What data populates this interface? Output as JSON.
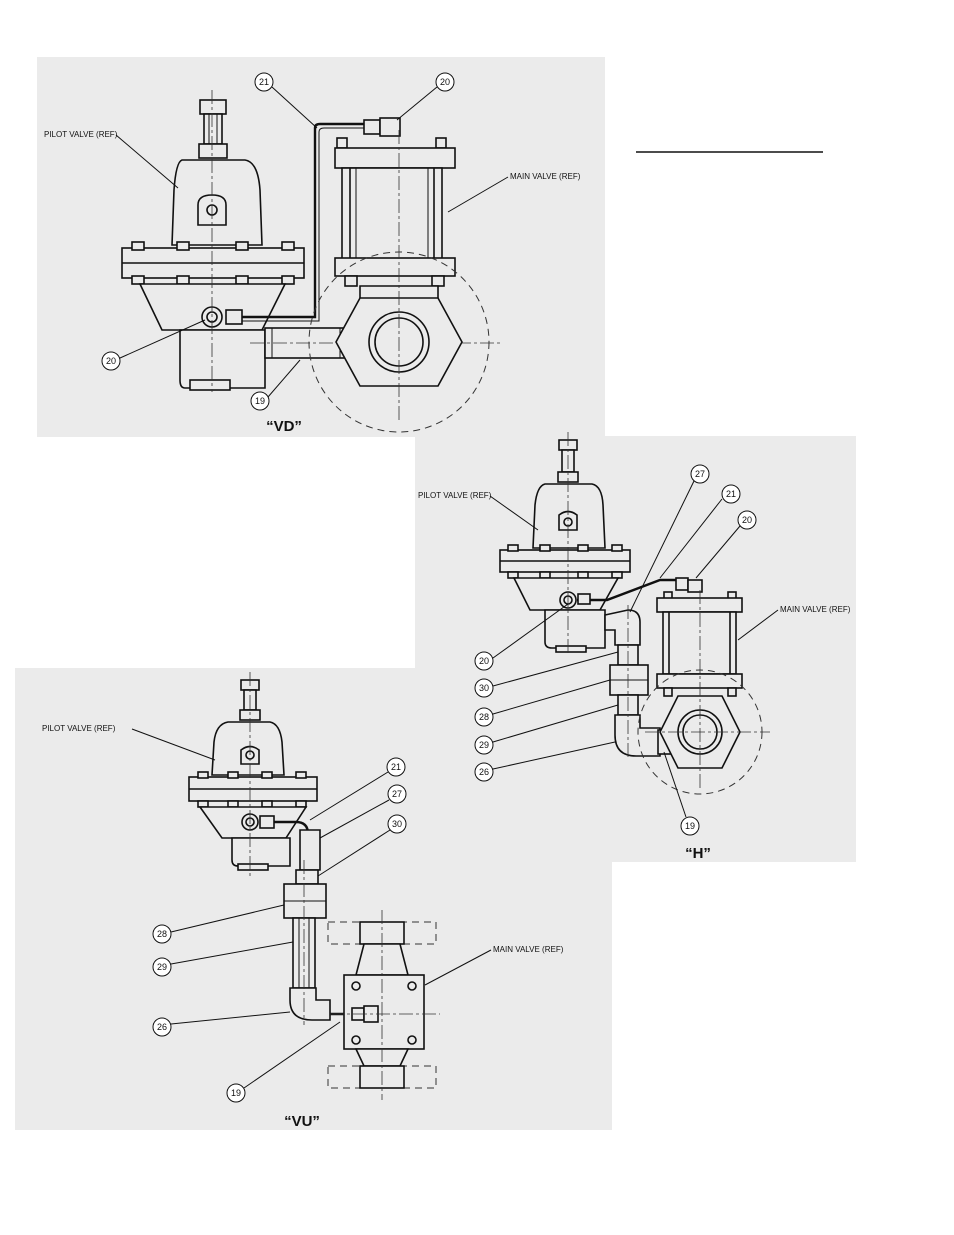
{
  "views": {
    "vd": {
      "label": "“VD”"
    },
    "h": {
      "label": "“H”"
    },
    "vu": {
      "label": "“VU”"
    }
  },
  "ref_labels": {
    "pilot_valve": "PILOT VALVE (REF)",
    "main_valve": "MAIN VALVE (REF)"
  },
  "balloons": {
    "vd": [
      "21",
      "20",
      "20",
      "19"
    ],
    "h": [
      "27",
      "21",
      "20",
      "20",
      "30",
      "28",
      "29",
      "26",
      "19"
    ],
    "vu": [
      "21",
      "27",
      "30",
      "28",
      "29",
      "26",
      "19"
    ]
  }
}
